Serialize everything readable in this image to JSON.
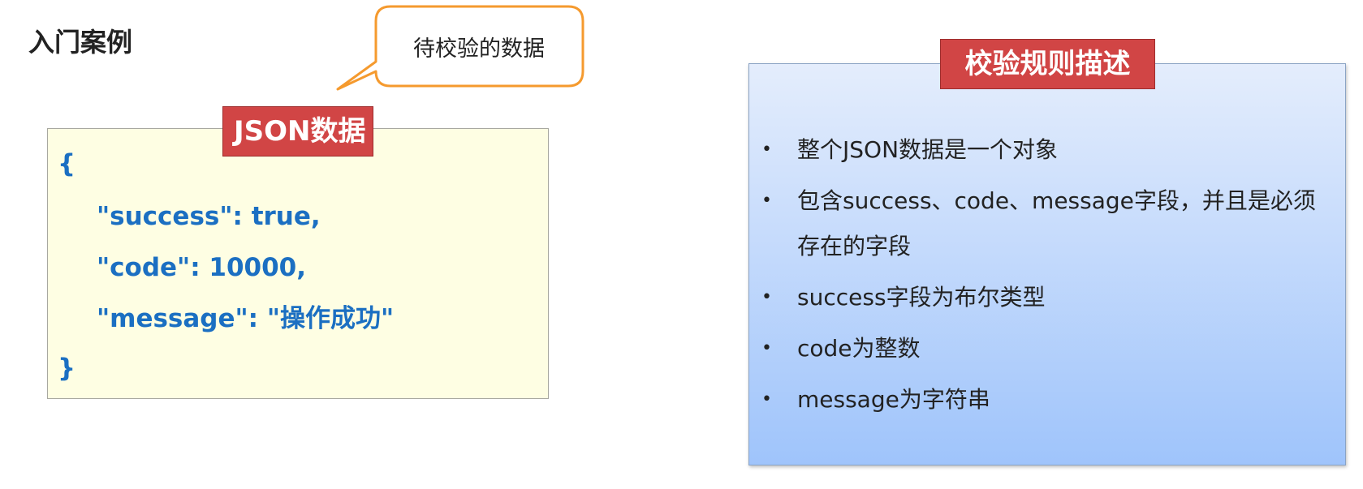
{
  "page": {
    "title": "入门案例"
  },
  "callout": {
    "text": "待校验的数据"
  },
  "json_panel": {
    "tag": "JSON数据",
    "lines": [
      "{",
      "\"success\": true,",
      "\"code\": 10000,",
      "\"message\": \"操作成功\"",
      "}"
    ]
  },
  "rules_panel": {
    "tag": "校验规则描述",
    "bullet": "•",
    "items": [
      "整个JSON数据是一个对象",
      "包含success、code、message字段，并且是必须存在的字段",
      "success字段为布尔类型",
      "code为整数",
      "message为字符串"
    ]
  },
  "colors": {
    "tag_red": "#d14545",
    "code_blue": "#1b6fc2",
    "json_bg": "#fefee3",
    "callout_orange": "#f59a2e"
  }
}
